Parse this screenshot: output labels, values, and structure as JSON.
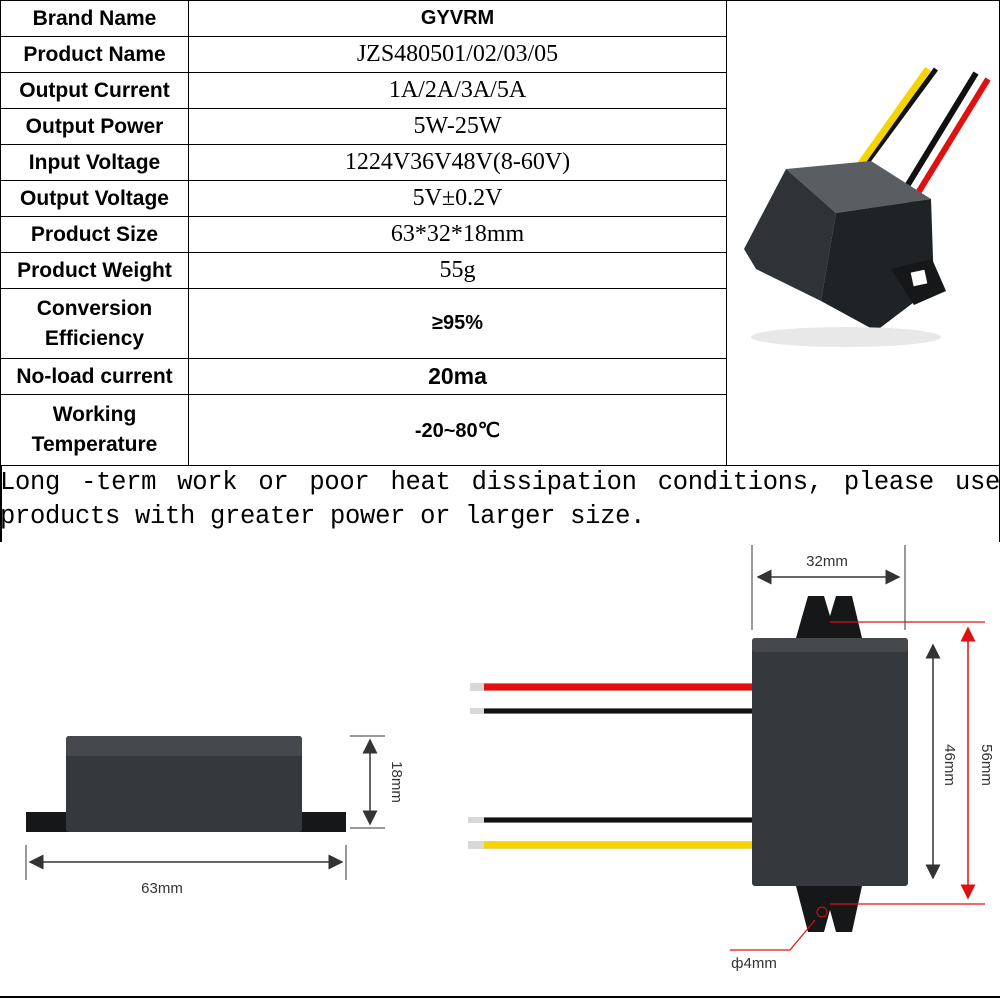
{
  "specs": [
    {
      "label": "Brand Name",
      "value": "GYVRM",
      "style": "bold"
    },
    {
      "label": "Product  Name",
      "value": "JZS480501/02/03/05",
      "style": "serif"
    },
    {
      "label": "Output Current",
      "value": "1A/2A/3A/5A",
      "style": "serif"
    },
    {
      "label": "Output Power",
      "value": "5W-25W",
      "style": "serif"
    },
    {
      "label": "Input Voltage",
      "value": "1224V36V48V(8-60V)",
      "style": "serif"
    },
    {
      "label": "Output Voltage",
      "value": "5V±0.2V",
      "style": "serif"
    },
    {
      "label": "Product Size",
      "value": "63*32*18mm",
      "style": "serif"
    },
    {
      "label": "Product Weight",
      "value": "55g",
      "style": "serif"
    },
    {
      "label": "Conversion Efficiency",
      "value": "≥95%",
      "style": "bold"
    },
    {
      "label": "No-load current",
      "value": "20ma",
      "style": "bold-large"
    },
    {
      "label": "Working Temperature",
      "value": "-20~80℃",
      "style": "bold"
    }
  ],
  "note": "Long -term work or poor heat dissipation conditions, please use products with greater power or larger size.",
  "dimensions": {
    "length": "63mm",
    "height": "18mm",
    "width": "32mm",
    "inner_length": "46mm",
    "total_length": "56mm",
    "hole": "ф4mm"
  },
  "wire_colors": {
    "red": "#e01010",
    "black": "#111111",
    "yellow": "#f5d400",
    "body": "#3a3d40"
  }
}
